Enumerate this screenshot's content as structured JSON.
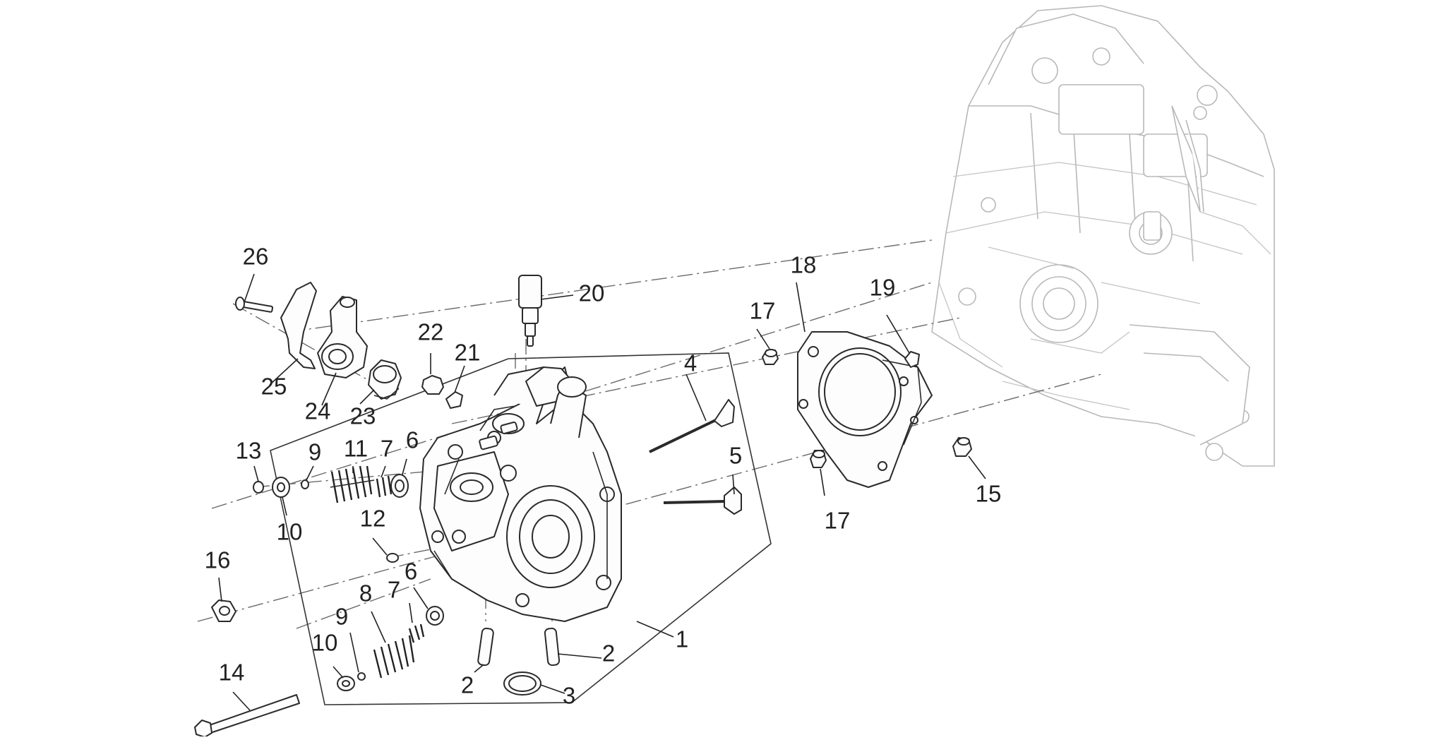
{
  "callouts": [
    {
      "id": "c1",
      "label": "1"
    },
    {
      "id": "c2a",
      "label": "2"
    },
    {
      "id": "c2b",
      "label": "2"
    },
    {
      "id": "c3",
      "label": "3"
    },
    {
      "id": "c4",
      "label": "4"
    },
    {
      "id": "c5",
      "label": "5"
    },
    {
      "id": "c6a",
      "label": "6"
    },
    {
      "id": "c6b",
      "label": "6"
    },
    {
      "id": "c7a",
      "label": "7"
    },
    {
      "id": "c7b",
      "label": "7"
    },
    {
      "id": "c8",
      "label": "8"
    },
    {
      "id": "c9a",
      "label": "9"
    },
    {
      "id": "c9b",
      "label": "9"
    },
    {
      "id": "c10a",
      "label": "10"
    },
    {
      "id": "c10b",
      "label": "10"
    },
    {
      "id": "c11",
      "label": "11"
    },
    {
      "id": "c12",
      "label": "12"
    },
    {
      "id": "c13",
      "label": "13"
    },
    {
      "id": "c14",
      "label": "14"
    },
    {
      "id": "c15",
      "label": "15"
    },
    {
      "id": "c16",
      "label": "16"
    },
    {
      "id": "c17a",
      "label": "17"
    },
    {
      "id": "c17b",
      "label": "17"
    },
    {
      "id": "c18",
      "label": "18"
    },
    {
      "id": "c19",
      "label": "19"
    },
    {
      "id": "c20",
      "label": "20"
    },
    {
      "id": "c21",
      "label": "21"
    },
    {
      "id": "c22",
      "label": "22"
    },
    {
      "id": "c23",
      "label": "23"
    },
    {
      "id": "c24",
      "label": "24"
    },
    {
      "id": "c25",
      "label": "25"
    },
    {
      "id": "c26",
      "label": "26"
    }
  ],
  "colors": {
    "line": "#2a2a2a",
    "ghost": "#b8b8b8",
    "background": "#ffffff"
  }
}
